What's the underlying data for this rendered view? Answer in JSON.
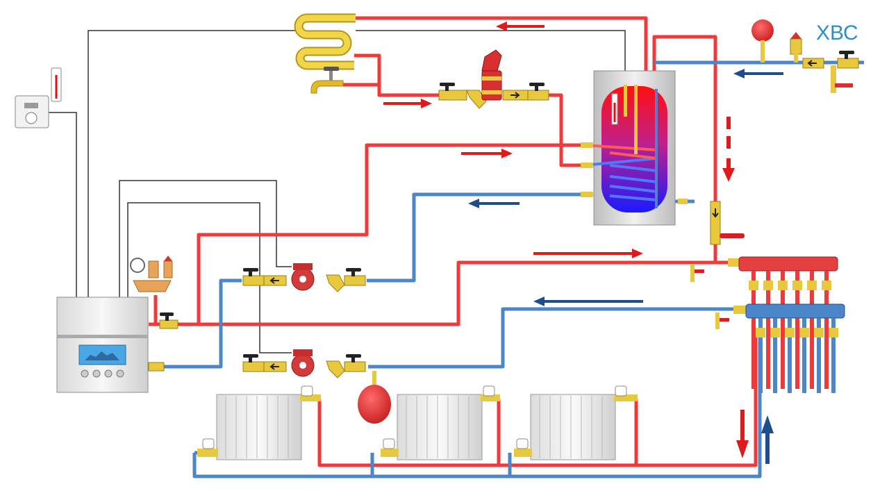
{
  "labels": {
    "cold_water_supply": "ХВС"
  },
  "colors": {
    "hot_pipe": "#ee3a3a",
    "cold_pipe": "#4a86c8",
    "control_wire": "#333333",
    "hot_arrow": "#e0191b",
    "cold_arrow": "#1f4e8c",
    "fitting_brass": "#e8c83c",
    "valve_handle": "#222222",
    "label_blue": "#2b8fc7"
  },
  "components": {
    "boiler": "gas-boiler",
    "room_thermostat": "room-thermostat",
    "indirect_water_heater": "boiler-tank",
    "circulation_pumps": [
      "pump-dhw-circuit",
      "pump-heating-circuit"
    ],
    "expansion_tanks": [
      "expansion-tank-heating",
      "expansion-tank-dhw"
    ],
    "radiators": [
      "radiator-1",
      "radiator-2",
      "radiator-3"
    ],
    "manifolds": [
      "supply-manifold",
      "return-manifold"
    ],
    "safety_group": "boiler-safety-group",
    "towel_warmer": "heated-towel-rail",
    "tap": "hot-water-tap"
  }
}
